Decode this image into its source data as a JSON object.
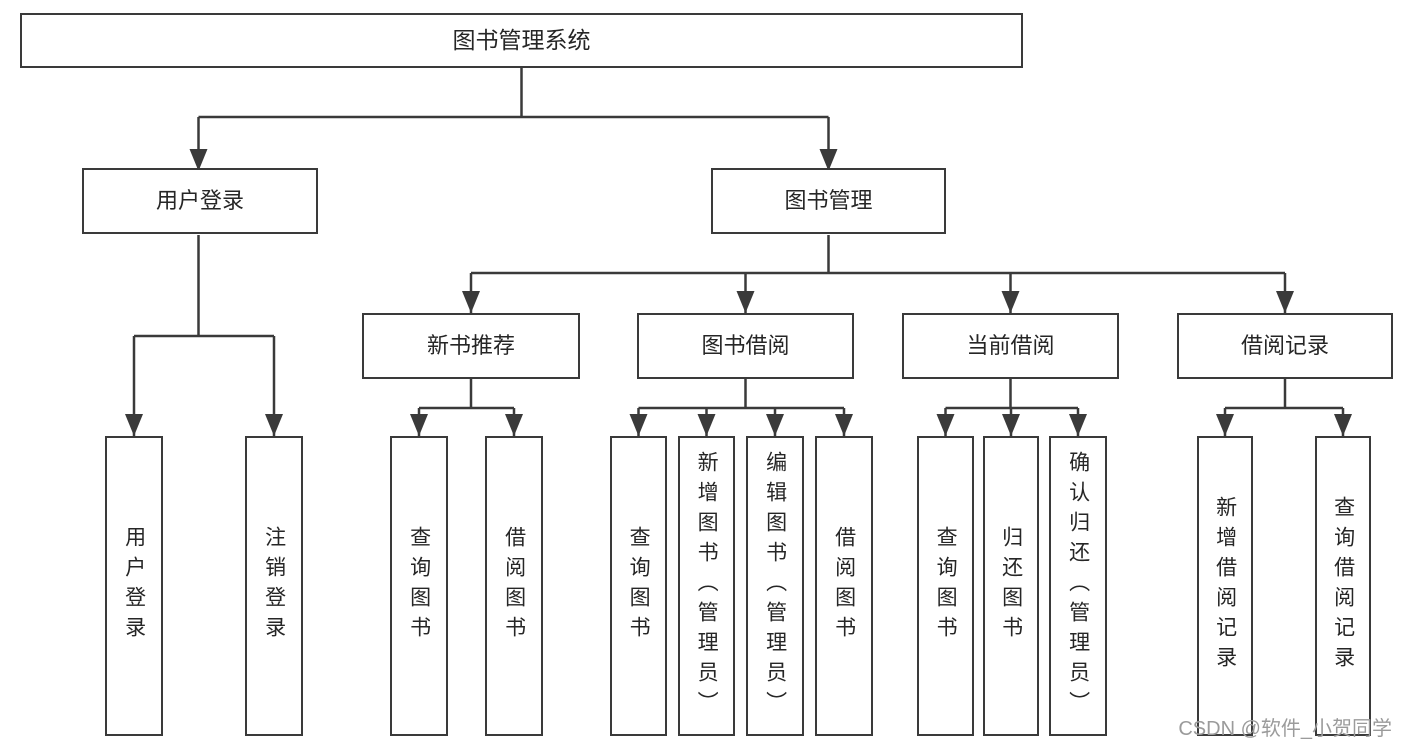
{
  "diagram": {
    "root": {
      "label": "图书管理系统"
    },
    "branches": [
      {
        "label": "用户登录",
        "leaves": [
          {
            "label": "用户登录"
          },
          {
            "label": "注销登录"
          }
        ]
      },
      {
        "label": "图书管理",
        "sections": [
          {
            "label": "新书推荐",
            "leaves": [
              {
                "label": "查询图书"
              },
              {
                "label": "借阅图书"
              }
            ]
          },
          {
            "label": "图书借阅",
            "leaves": [
              {
                "label": "查询图书"
              },
              {
                "label": "新增图书（管理员）"
              },
              {
                "label": "编辑图书（管理员）"
              },
              {
                "label": "借阅图书"
              }
            ]
          },
          {
            "label": "当前借阅",
            "leaves": [
              {
                "label": "查询图书"
              },
              {
                "label": "归还图书"
              },
              {
                "label": "确认归还（管理员）"
              }
            ]
          },
          {
            "label": "借阅记录",
            "leaves": [
              {
                "label": "新增借阅记录"
              },
              {
                "label": "查询借阅记录"
              }
            ]
          }
        ]
      }
    ]
  },
  "watermark": {
    "text": "CSDN @软件_小贺同学"
  },
  "colors": {
    "line": "#3a3a3a",
    "text": "#262626",
    "background": "#ffffff",
    "watermark": "#9b9b9b"
  }
}
